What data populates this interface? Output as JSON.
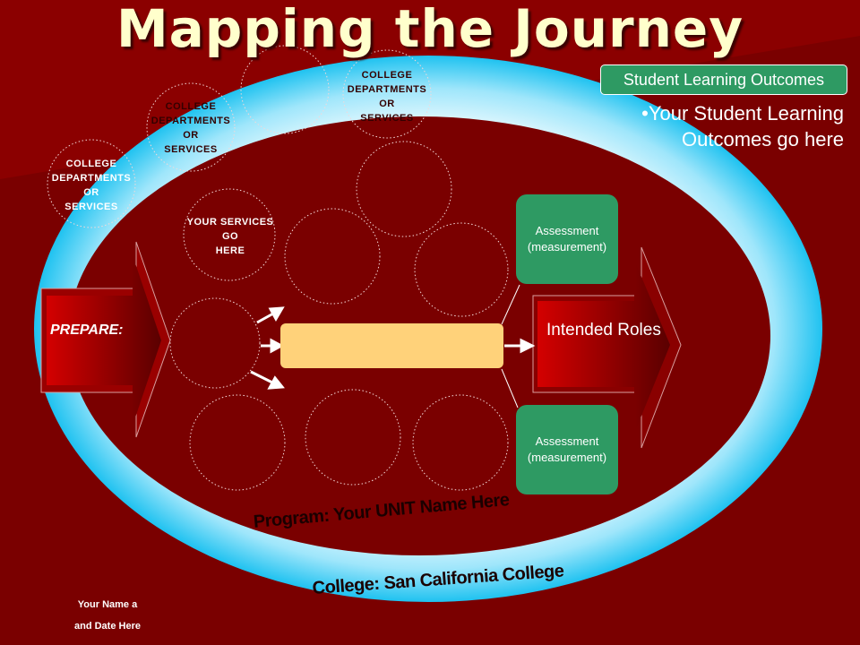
{
  "title": "Mapping the Journey",
  "departments": [
    {
      "lines": [
        "COLLEGE",
        "DEPARTMENTS",
        "OR",
        "SERVICES"
      ]
    },
    {
      "lines": [
        "COLLEGE",
        "DEPARTMENTS",
        "OR",
        "SERVICES"
      ]
    },
    {
      "lines": [
        "COLLEGE",
        "DEPARTMENTS",
        "OR",
        "SERVICES"
      ]
    }
  ],
  "your_services": {
    "lines": [
      "YOUR SERVICES",
      "GO",
      "HERE"
    ]
  },
  "slo": {
    "header": "Student Learning Outcomes",
    "text": "•Your Student Learning Outcomes go here"
  },
  "assessment_top": {
    "line1": "Assessment",
    "line2": "(measurement)"
  },
  "assessment_bottom": {
    "line1": "Assessment",
    "line2": "(measurement)"
  },
  "prepare_label": "PREPARE:",
  "intended_roles": "Intended Roles",
  "program_label": "Program: Your UNIT Name Here",
  "college_label": "College: San California College",
  "footer": {
    "line1": "Your Name a",
    "line2": "and Date Here"
  },
  "colors": {
    "background": "#7a0000",
    "ellipse_outer": "#5bd1f5",
    "ellipse_inner": "#7a0000",
    "assessment_green": "#2e9a63",
    "center_box": "#ffd27a",
    "title": "#ffffcc"
  }
}
